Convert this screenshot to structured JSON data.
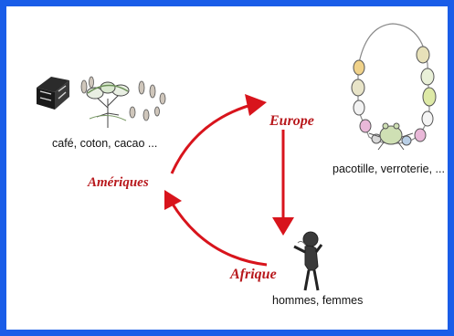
{
  "diagram": {
    "places": {
      "europe": "Europe",
      "ameriques": "Amériques",
      "afrique": "Afrique"
    },
    "captions": {
      "ameriques_goods": "café, coton, cacao ...",
      "europe_goods": "pacotille, verroterie, ...",
      "afrique_goods": "hommes, femmes"
    },
    "flows": [
      {
        "from": "Amériques",
        "to": "Europe"
      },
      {
        "from": "Europe",
        "to": "Afrique"
      },
      {
        "from": "Afrique",
        "to": "Amériques"
      }
    ]
  },
  "colors": {
    "frame": "#1a5de8",
    "arrow": "#d8141c",
    "label": "#b8181c"
  },
  "icons": [
    "goods-bales-icon",
    "cotton-plant-icon",
    "cacao-pods-icon",
    "beaded-necklace-icon",
    "frog-pendant-icon",
    "enslaved-person-icon"
  ]
}
